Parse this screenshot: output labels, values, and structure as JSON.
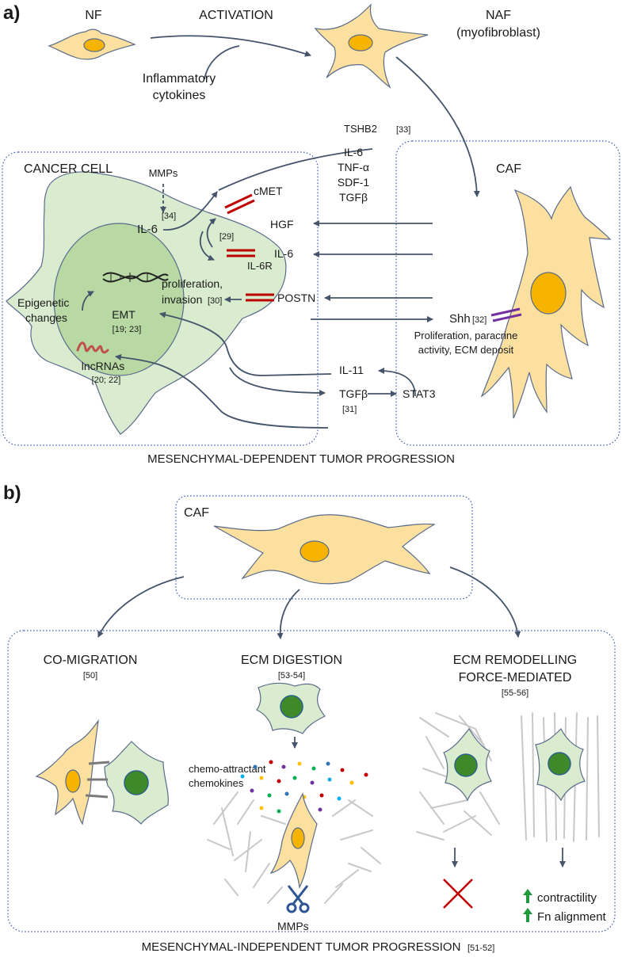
{
  "panel_a": {
    "label": "a)",
    "nf": "NF",
    "activation": "ACTIVATION",
    "naf_line1": "NAF",
    "naf_line2": "(myofibroblast)",
    "inflam_line1": "Inflammatory",
    "inflam_line2": "cytokines",
    "tshb2": "TSHB2",
    "tshb2_ref": "[33]",
    "cytokines": [
      "IL-6",
      "TNF-α",
      "SDF-1",
      "TGFβ"
    ],
    "cancer_cell": "CANCER CELL",
    "caf": "CAF",
    "mmps": "MMPs",
    "ref34": "[34]",
    "il6_inner": "IL-6",
    "ref29": "[29]",
    "cmet": "cMET",
    "hgf": "HGF",
    "il6": "IL-6",
    "il6r": "IL-6R",
    "proliferation": "proliferation,",
    "invasion": "invasion",
    "ref30": "[30]",
    "postn": "POSTN",
    "epigenetic_line1": "Epigenetic",
    "epigenetic_line2": "changes",
    "emt": "EMT",
    "emt_ref": "[19; 23]",
    "lncrnas": "lncRNAs",
    "lnc_ref": "[20; 22]",
    "shh": "Shh",
    "shh_ref": "[32]",
    "shh_effect_line1": "Proliferation, paracrine",
    "shh_effect_line2": "activity, ECM deposit",
    "il11": "IL-11",
    "tgfb": "TGFβ",
    "tgfb_ref": "[31]",
    "stat3": "STAT3",
    "footer": "MESENCHYMAL-DEPENDENT TUMOR PROGRESSION"
  },
  "panel_b": {
    "label": "b)",
    "caf": "CAF",
    "comigration": "CO-MIGRATION",
    "comigration_ref": "[50]",
    "digestion": "ECM DIGESTION",
    "digestion_ref": "[53-54]",
    "remodelling_line1": "ECM REMODELLING",
    "remodelling_line2": "FORCE-MEDIATED",
    "remodelling_ref": "[55-56]",
    "chemo_line1": "chemo-attractant",
    "chemo_line2": "chemokines",
    "mmps": "MMPs",
    "contractility": "contractility",
    "fn_alignment": "Fn alignment",
    "footer": "MESENCHYMAL-INDEPENDENT TUMOR PROGRESSION",
    "footer_ref": "[51-52]"
  },
  "colors": {
    "fibroblast": "#fbe0a0",
    "fibroblast_nucleus": "#f6b400",
    "cancer_cell": "#d9ecd0",
    "cancer_nucleus": "#3e8a2b",
    "receptor": "#c00000",
    "shh_receptor": "#7030a0",
    "arrow": "#44546a",
    "box_border": "#3a55b5",
    "inhibit_x": "#c00000",
    "up_arrow": "#1f9a3a"
  },
  "icons": [
    "dna-icon",
    "rna-icon",
    "scissors-icon",
    "cross-icon",
    "up-arrow-icon"
  ]
}
